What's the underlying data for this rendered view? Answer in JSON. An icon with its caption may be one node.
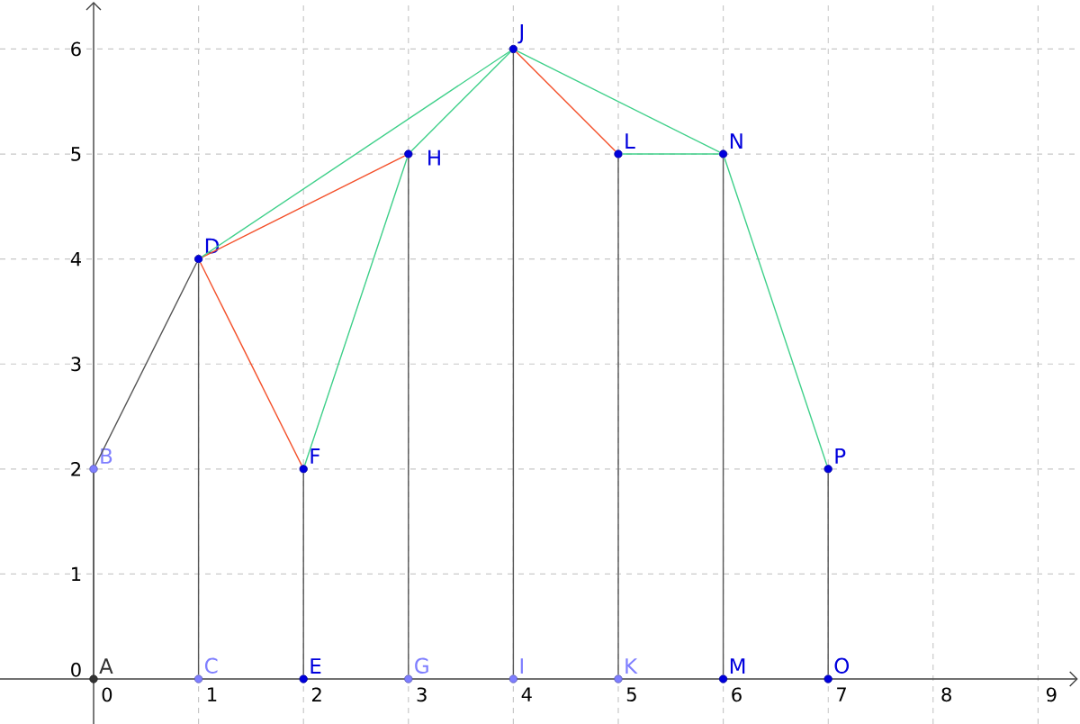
{
  "diagram": {
    "nodes": [
      {
        "text": [
          "A"
        ]
      },
      {
        "text": [
          "B"
        ]
      },
      {
        "text": [
          "C"
        ]
      },
      {
        "text": [
          "D"
        ]
      },
      {
        "text": [
          "E"
        ]
      },
      {
        "text": [
          "F"
        ]
      },
      {
        "text": [
          "G"
        ]
      },
      {
        "text": [
          "H"
        ]
      },
      {
        "text": [
          "I"
        ]
      },
      {
        "text": [
          "J"
        ]
      },
      {
        "text": [
          "K"
        ]
      },
      {
        "text": [
          "L"
        ]
      },
      {
        "text": [
          "M"
        ]
      },
      {
        "text": [
          "N"
        ]
      },
      {
        "text": [
          "O"
        ]
      },
      {
        "text": [
          "P"
        ]
      }
    ],
    "edges": [
      {
        "from": 0,
        "to": 1,
        "arrow": "none"
      },
      {
        "from": 1,
        "to": 3,
        "arrow": "none"
      },
      {
        "from": 2,
        "to": 3,
        "arrow": "none"
      },
      {
        "from": 3,
        "to": 5,
        "arrow": "none",
        "color": "#f4502a"
      },
      {
        "from": 3,
        "to": 7,
        "arrow": "none",
        "color": "#f4502a"
      },
      {
        "from": 3,
        "to": 9,
        "arrow": "none",
        "color": "#3fd08a"
      },
      {
        "from": 4,
        "to": 5,
        "arrow": "none"
      },
      {
        "from": 5,
        "to": 7,
        "arrow": "none",
        "color": "#3fd08a"
      },
      {
        "from": 6,
        "to": 7,
        "arrow": "none"
      },
      {
        "from": 7,
        "to": 9,
        "arrow": "none",
        "color": "#3fd08a"
      },
      {
        "from": 8,
        "to": 9,
        "arrow": "none"
      },
      {
        "from": 9,
        "to": 11,
        "arrow": "none",
        "color": "#f4502a"
      },
      {
        "from": 9,
        "to": 13,
        "arrow": "none",
        "color": "#3fd08a"
      },
      {
        "from": 10,
        "to": 11,
        "arrow": "none"
      },
      {
        "from": 11,
        "to": 13,
        "arrow": "none",
        "color": "#3fd08a"
      },
      {
        "from": 12,
        "to": 13,
        "arrow": "none"
      },
      {
        "from": 13,
        "to": 15,
        "arrow": "none",
        "color": "#3fd08a"
      },
      {
        "from": 14,
        "to": 15,
        "arrow": "none"
      }
    ],
    "labels": [
      "6",
      "5",
      "4",
      "3",
      "2",
      "1",
      "0",
      "0",
      "1",
      "2",
      "3",
      "4",
      "5",
      "6",
      "7",
      "8",
      "9"
    ]
  }
}
